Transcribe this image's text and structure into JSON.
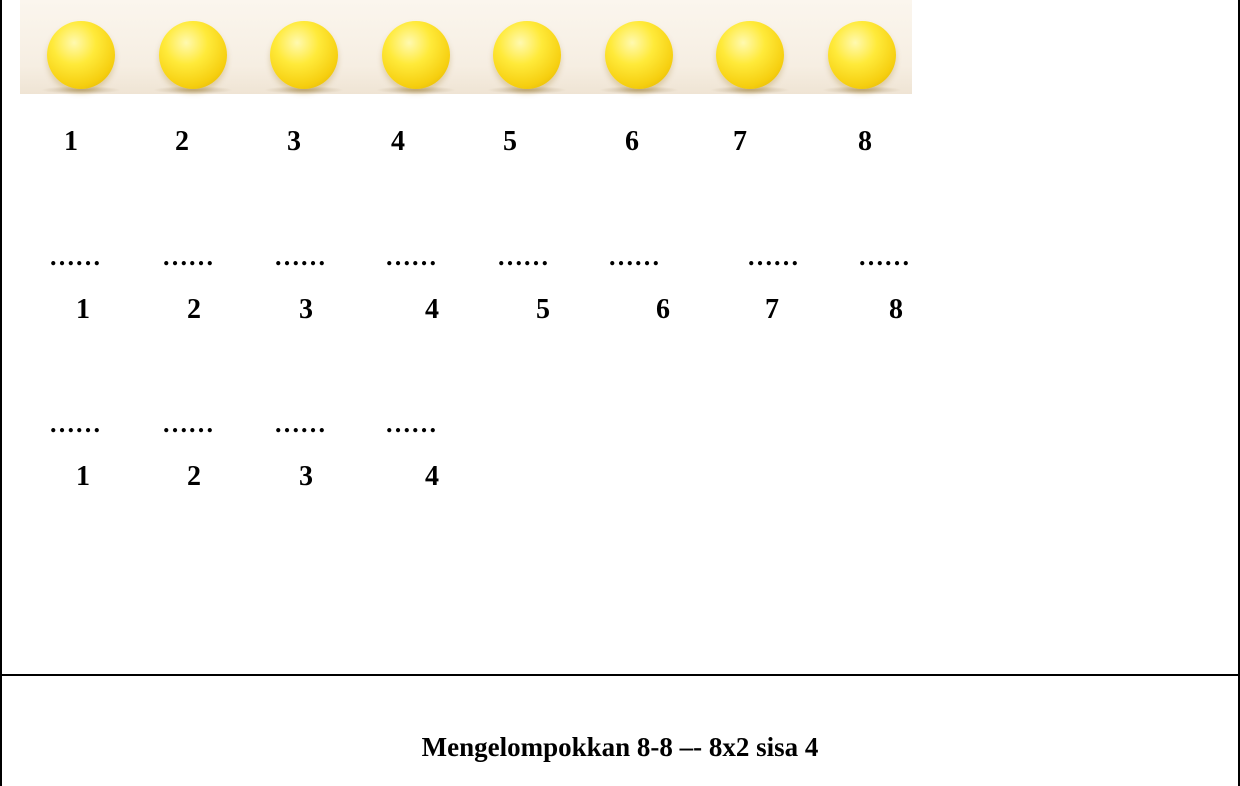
{
  "balls": {
    "count": 8,
    "icon": "yellow-ball-icon",
    "color": "#f6d21a"
  },
  "top_numbers": [
    "1",
    "2",
    "3",
    "4",
    "5",
    "6",
    "7",
    "8"
  ],
  "group_one": {
    "blanks": [
      "……",
      "……",
      "……",
      "……",
      "……",
      "……",
      "……",
      "……"
    ],
    "numbers": [
      "1",
      "2",
      "3",
      "4",
      "5",
      "6",
      "7",
      "8"
    ]
  },
  "group_two": {
    "blanks": [
      "……",
      "……",
      "……",
      "……"
    ],
    "numbers": [
      "1",
      "2",
      "3",
      "4"
    ]
  },
  "caption": "Mengelompokkan 8-8 –- 8x2 sisa 4"
}
